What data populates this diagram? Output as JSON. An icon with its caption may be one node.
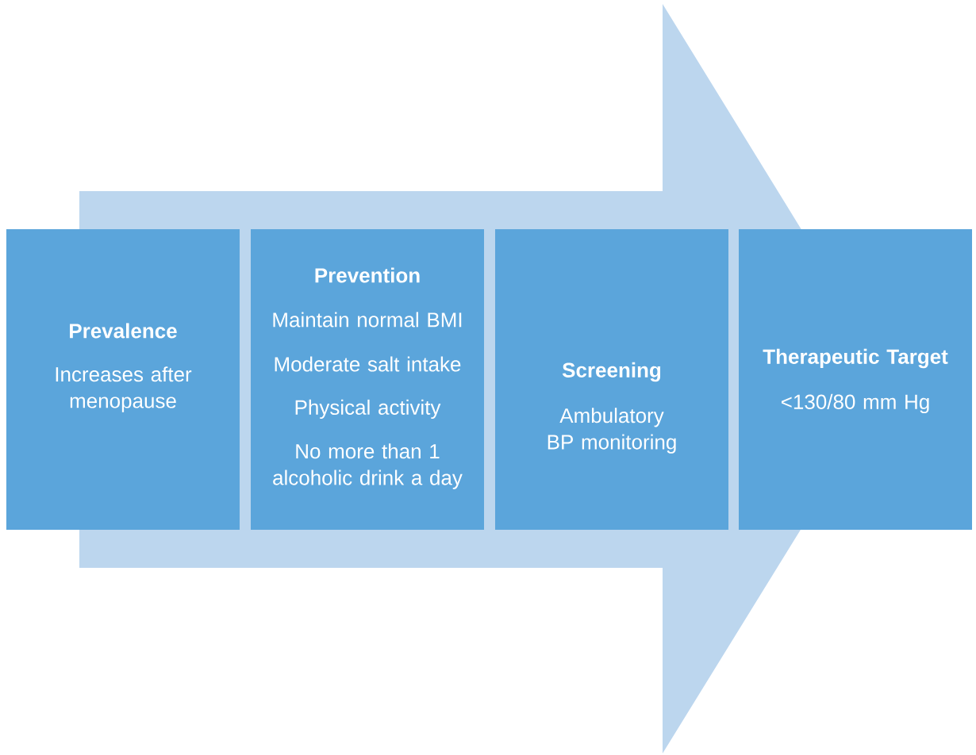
{
  "diagram": {
    "nodes": [
      {
        "text": [
          "Prevalence",
          "Increases after menopause"
        ]
      },
      {
        "text": [
          "Prevention",
          "Maintain normal BMI",
          "Moderate salt intake",
          "Physical activity",
          "No more than 1 alcoholic drink a day"
        ]
      },
      {
        "text": [
          "Screening",
          "Ambulatory BP monitoring"
        ]
      },
      {
        "text": [
          "Therapeutic Target",
          "<130/80 mm Hg"
        ]
      }
    ],
    "edges": [
      {
        "from": 0,
        "to": 3,
        "arrow": "to"
      }
    ]
  }
}
